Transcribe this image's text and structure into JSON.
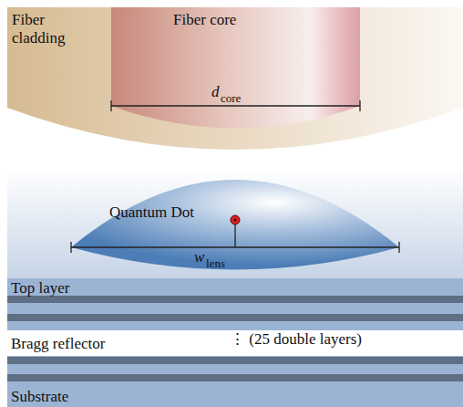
{
  "diagram": {
    "nodes": [
      {
        "text": [
          "Fiber cladding"
        ]
      },
      {
        "text": [
          "Fiber core"
        ],
        "in": 0
      },
      {
        "text": [
          "Quantum Dot"
        ]
      },
      {
        "text": [
          "Top layer"
        ]
      },
      {
        "text": [
          "Substrate"
        ]
      }
    ],
    "labels": [
      "d",
      "core",
      "w",
      "lens",
      "Bragg reflector",
      "⋮ (25 double layers)"
    ]
  }
}
